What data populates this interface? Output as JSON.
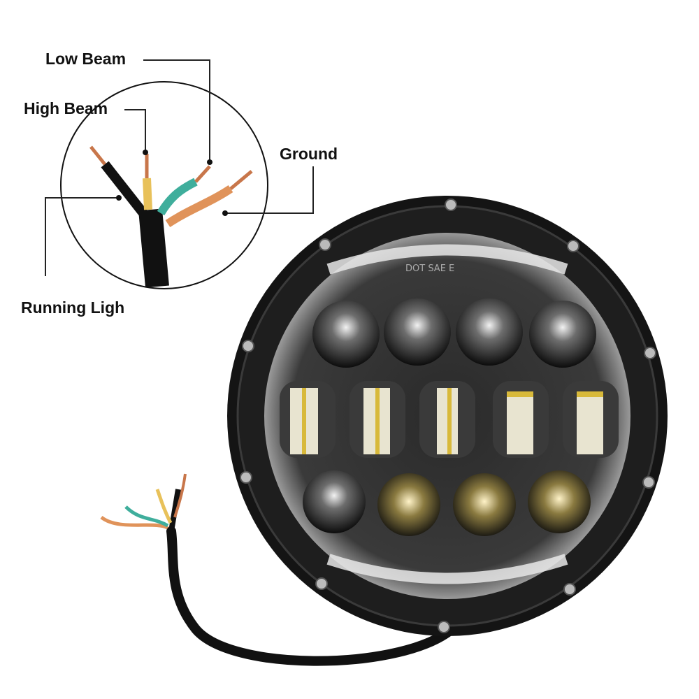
{
  "labels": {
    "low_beam": "Low Beam",
    "high_beam": "High Beam",
    "ground": "Ground",
    "running_light": "Running Ligh"
  },
  "stamp": "DOT SAE E",
  "colors": {
    "housing": "#151515",
    "copper": "#c8764a",
    "wire_orange": "#e0935a",
    "wire_teal": "#3fae9c",
    "wire_yellow": "#e8c15a",
    "leader_line": "#222222"
  }
}
